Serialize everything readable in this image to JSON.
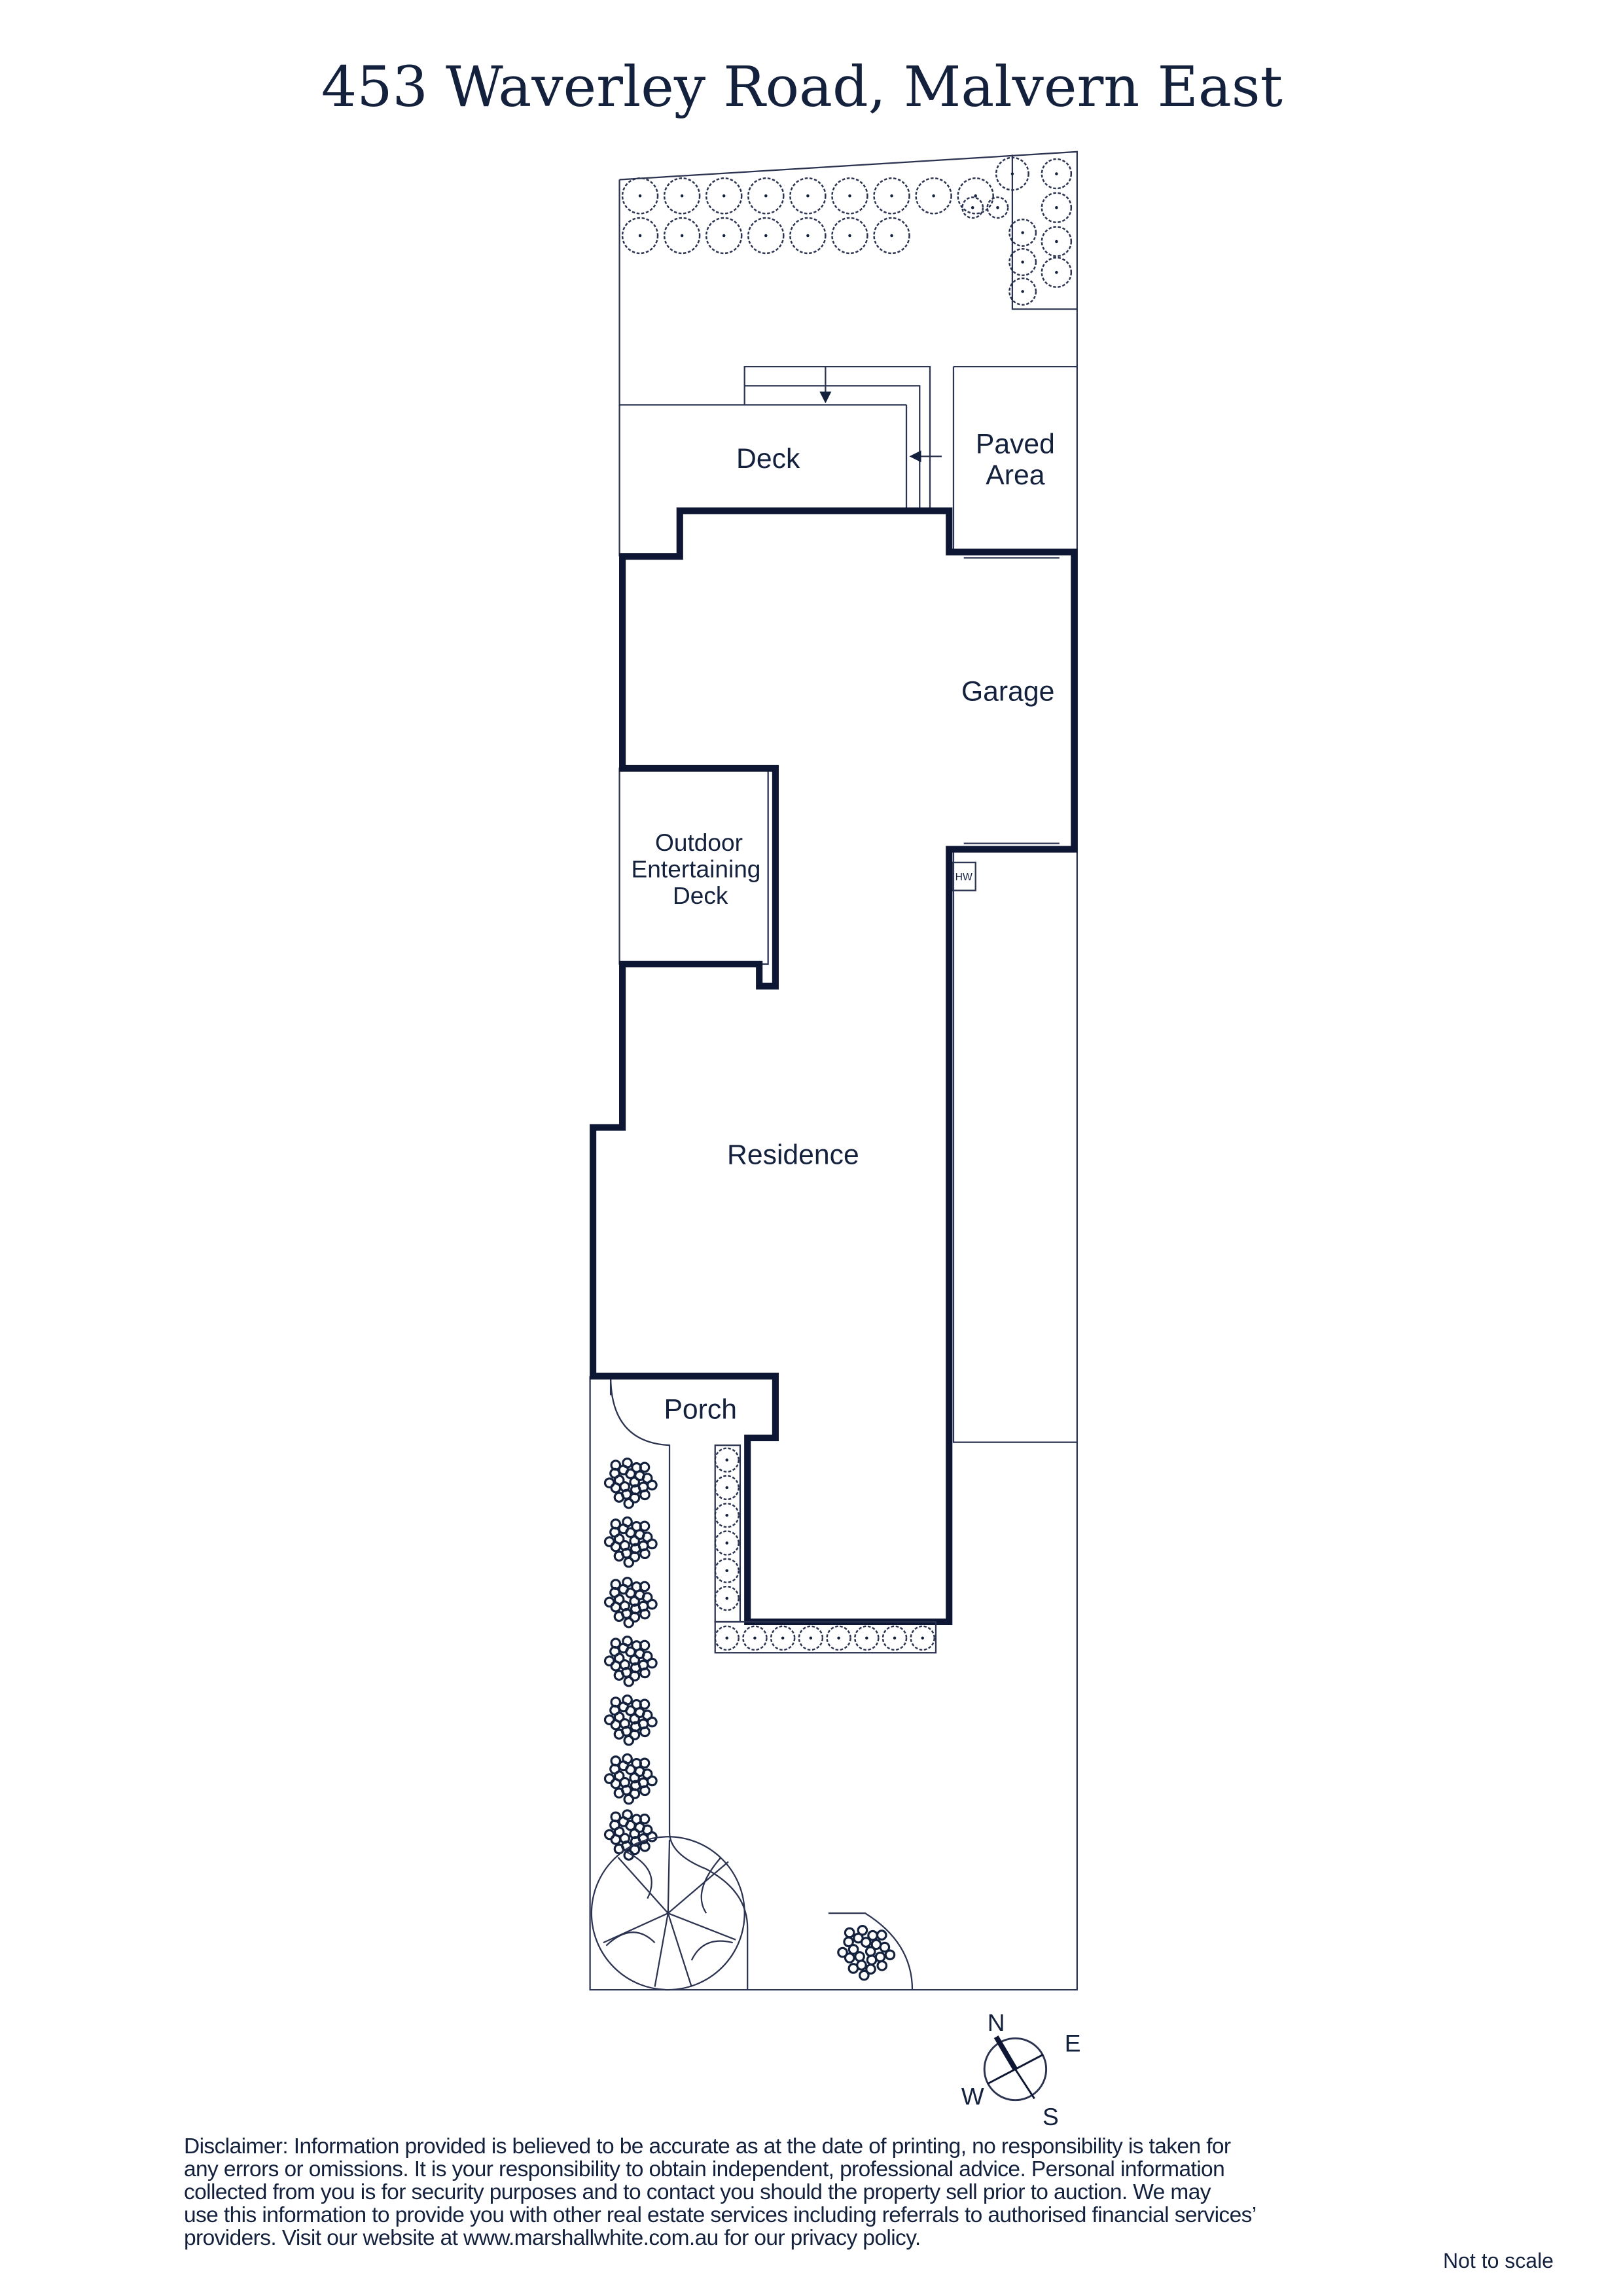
{
  "title": "453 Waverley Road, Malvern East",
  "rooms": {
    "deck": "Deck",
    "paved_area_line1": "Paved",
    "paved_area_line2": "Area",
    "garage": "Garage",
    "outdoor_line1": "Outdoor",
    "outdoor_line2": "Entertaining",
    "outdoor_line3": "Deck",
    "hot_water": "HW",
    "residence": "Residence",
    "porch": "Porch"
  },
  "compass": {
    "n": "N",
    "e": "E",
    "s": "S",
    "w": "W"
  },
  "disclaimer": "Disclaimer: Information provided is believed to be accurate as at the date of printing, no responsibility is taken for\nany errors or omissions. It is your responsibility to obtain independent, professional advice. Personal information\ncollected from you is for security purposes and to contact you should the property sell prior to auction. We may\nuse this information to provide you with other real estate services including referrals to authorised financial services’\nproviders. Visit our website at www.marshallwhite.com.au for our privacy policy.",
  "scale_note": "Not to scale",
  "colors": {
    "ink": "#14213d",
    "wall": "#0d1733"
  }
}
